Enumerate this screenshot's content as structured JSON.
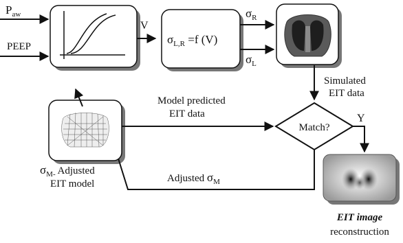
{
  "inputs": {
    "paw": {
      "main": "P",
      "sub": "aw"
    },
    "peep": "PEEP"
  },
  "signals": {
    "v": "V",
    "sigma_r": {
      "main": "σ",
      "sub": "R"
    },
    "sigma_l": {
      "main": "σ",
      "sub": "L"
    },
    "y": "Y"
  },
  "function_box": {
    "main": "σ",
    "sub": "L,R",
    "rest": " =f (V)"
  },
  "simulated": {
    "line1": "Simulated",
    "line2": "EIT data"
  },
  "model_predicted": {
    "line1": "Model predicted",
    "line2": "EIT data"
  },
  "decision": "Match?",
  "adjusted_model": {
    "line1_main": "σ",
    "line1_sub": "M-",
    "line1_rest": " Adjusted",
    "line2": "EIT model"
  },
  "adjusted_sigma": {
    "prefix": "Adjusted ",
    "main": "σ",
    "sub": "M"
  },
  "reconstruction": {
    "line1": "EIT image",
    "line2": "reconstruction"
  },
  "colors": {
    "stroke": "#111111",
    "shadow": "#777777",
    "box_fill": "#ffffff",
    "image_bg": "#e8e8e8"
  }
}
